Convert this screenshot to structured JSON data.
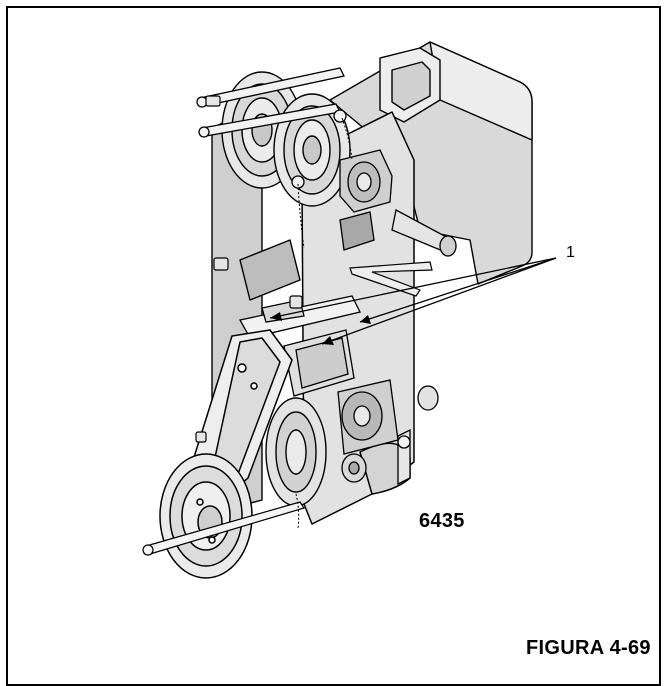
{
  "callout": {
    "label": "1"
  },
  "part_number": "6435",
  "caption": "FIGURA 4-69",
  "colors": {
    "line": "#000000",
    "body_fill": "#d9d9d9",
    "body_light": "#ededed",
    "body_dark": "#bdbdbd",
    "background": "#ffffff"
  }
}
